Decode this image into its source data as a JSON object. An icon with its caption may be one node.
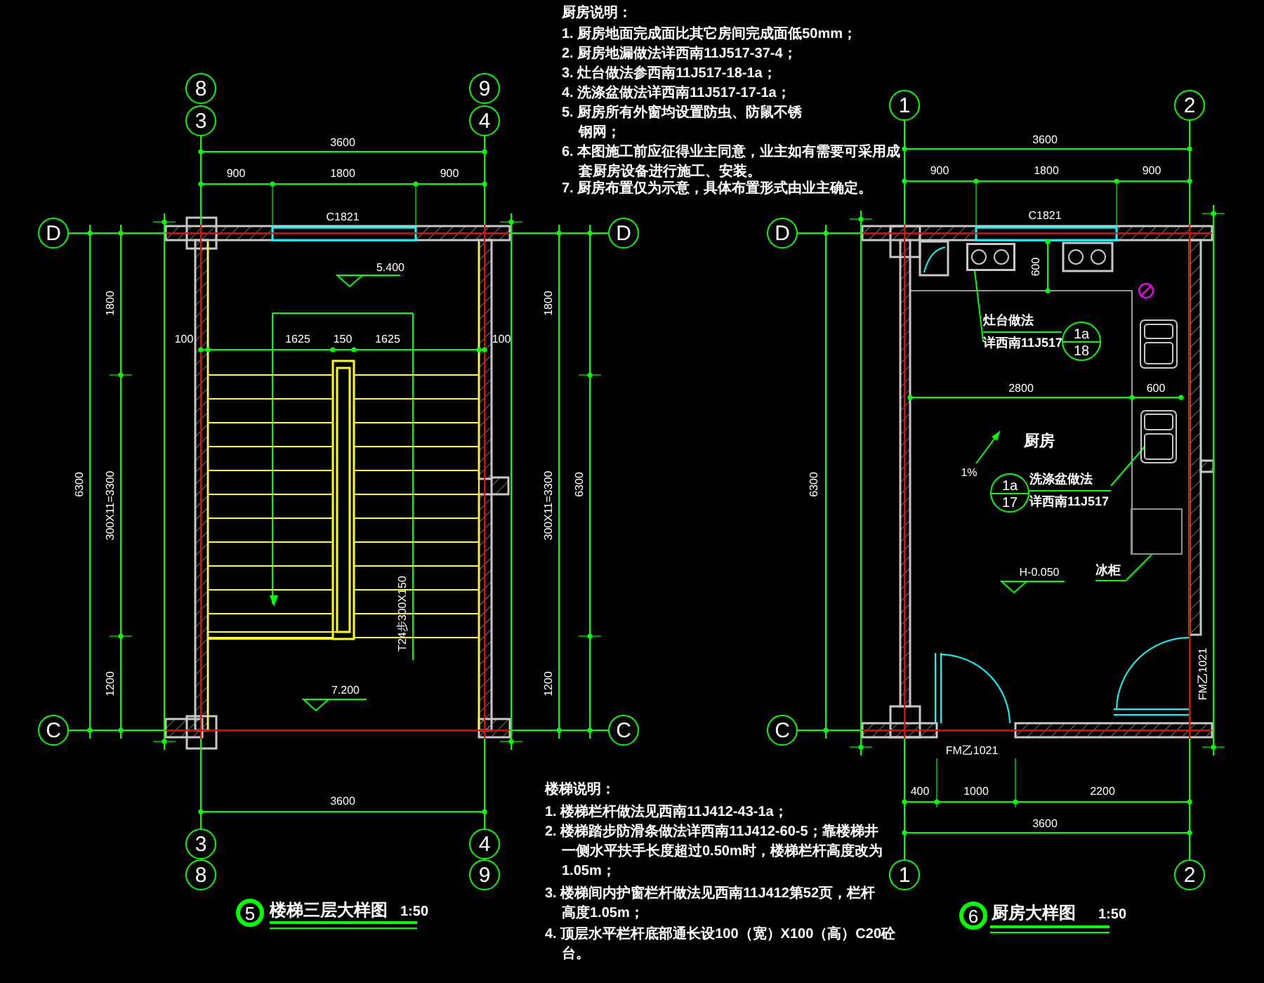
{
  "diagram": {
    "nodes": [
      {
        "text": [
          "8"
        ]
      },
      {
        "text": [
          "3"
        ]
      },
      {
        "text": [
          "9"
        ]
      },
      {
        "text": [
          "4"
        ]
      },
      {
        "text": [
          "D"
        ]
      },
      {
        "text": [
          "D"
        ]
      },
      {
        "text": [
          "C"
        ]
      },
      {
        "text": [
          "C"
        ]
      },
      {
        "text": [
          "3"
        ]
      },
      {
        "text": [
          "8"
        ]
      },
      {
        "text": [
          "4"
        ]
      },
      {
        "text": [
          "9"
        ]
      },
      {
        "text": [
          "5"
        ],
        "beside": [
          "楼梯三层大样图",
          "1:50"
        ]
      },
      {
        "text": [
          "1"
        ]
      },
      {
        "text": [
          "2"
        ]
      },
      {
        "text": [
          "D"
        ]
      },
      {
        "text": [],
        "shape": "picture"
      },
      {
        "text": [
          "灶台做法",
          "详西南11J517"
        ]
      },
      {
        "text": [
          "1a",
          "18"
        ]
      },
      {
        "text": [
          "1a",
          "17"
        ]
      },
      {
        "text": [
          "洗涤盆做法",
          "详西南11J517"
        ]
      },
      {
        "text": [],
        "shape": "picture"
      },
      {
        "text": [
          "冰柜"
        ]
      },
      {
        "text": [],
        "shape": "box"
      },
      {
        "text": [
          "C"
        ]
      },
      {
        "text": [
          "1"
        ]
      },
      {
        "text": [
          "2"
        ]
      },
      {
        "text": [
          "6"
        ],
        "beside": [
          "厨房大样图",
          "1:50"
        ]
      }
    ],
    "edges": [
      {
        "from": 17,
        "to": 16,
        "arrow": "none"
      },
      {
        "from": 20,
        "to": 21,
        "arrow": "none"
      },
      {
        "from": 22,
        "to": 23,
        "arrow": "none"
      }
    ],
    "labels": [
      "厨房说明：",
      "1. 厨房地面完成面比其它房间完成面低50mm；",
      "2. 厨房地漏做法详西南11J517-37-4；",
      "3. 灶台做法参西南11J517-18-1a；",
      "4. 洗涤盆做法详西南11J517-17-1a；",
      "5. 厨房所有外窗均设置防虫、防鼠不锈钢网；",
      "6. 本图施工前应征得业主同意，业主如有需要可采用成套厨房设备进行施工、安装。",
      "7. 厨房布置仅为示意，具体布置形式由业主确定。",
      "3600",
      "900",
      "1800",
      "900",
      "C1821",
      "5.400",
      "100",
      "1625",
      "150",
      "1625",
      "100",
      "6300",
      "1800",
      "300X11=3300",
      "1200",
      "1800",
      "300X11=3300",
      "1200",
      "6300",
      "T24步300X150",
      "7.200",
      "3600",
      "3600",
      "900",
      "1800",
      "900",
      "C1821",
      "600",
      "2800",
      "600",
      "厨房",
      "1%",
      "H-0.050",
      "6300",
      "FM乙1021",
      "FM乙1021",
      "400",
      "1000",
      "2200",
      "3600",
      "楼梯说明：",
      "1. 楼梯栏杆做法见西南11J412-43-1a；",
      "2. 楼梯踏步防滑条做法详西南11J412-60-5；靠楼梯井一侧水平扶手长度超过0.50m时，楼梯栏杆高度改为1.05m；",
      "3. 楼梯间内护窗栏杆做法见西南11J412第52页，栏杆高度1.05m；",
      "4. 顶层水平栏杆底部通长设100（宽）X100（高）C20砼台。"
    ]
  }
}
